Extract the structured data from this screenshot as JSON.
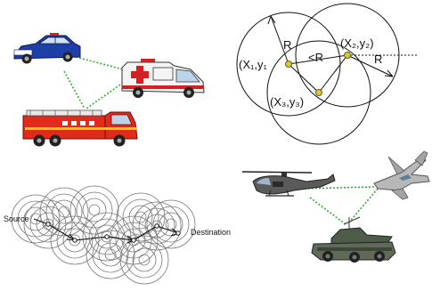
{
  "trilateration": {
    "point1_label": "(X₁,y₁",
    "point2_label": "(X₂,y₂)",
    "point3_label": "(X₃,y₃)",
    "radius_label_left": "R",
    "radius_label_mid": "<R",
    "radius_label_right": "R"
  },
  "multihop": {
    "source_label": "Source",
    "destination_label": "Destination"
  },
  "colors": {
    "police_car_body": "#1f3fa8",
    "ambulance_body": "#f4f4f4",
    "ambulance_cross": "#d42020",
    "fire_truck_body": "#e02a1a",
    "link_dotted": "#3aa63a",
    "node_fill": "#d8c93a",
    "helicopter_body": "#5a5a5a",
    "jet_body": "#b8b8b8",
    "tank_body": "#4e5a4a"
  },
  "icons": [
    "police-car-icon",
    "ambulance-icon",
    "fire-truck-icon",
    "helicopter-icon",
    "fighter-jet-icon",
    "armored-vehicle-icon"
  ]
}
